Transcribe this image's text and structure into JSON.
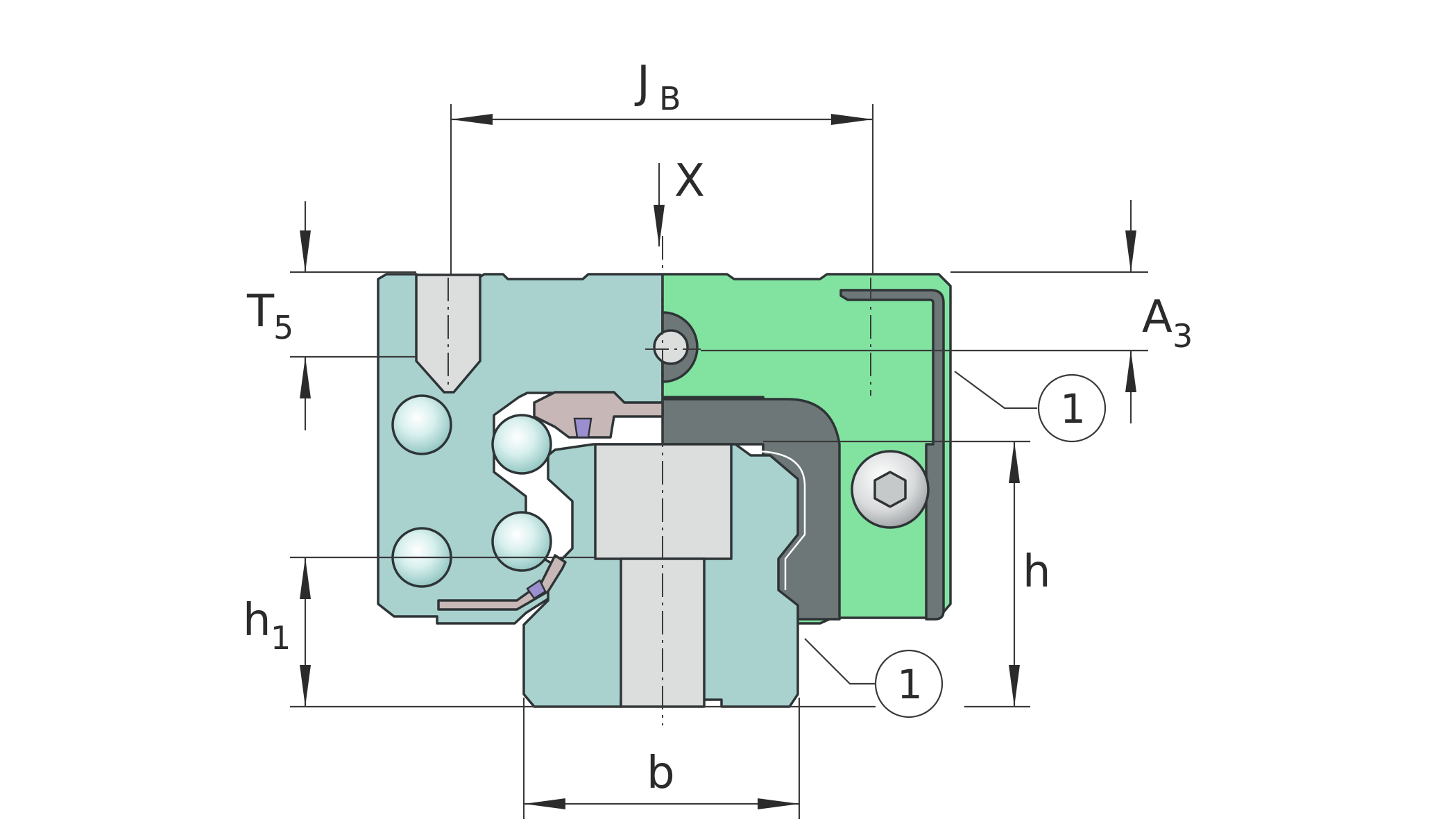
{
  "labels": {
    "jb_main": "J",
    "jb_sub": "B",
    "x": "X",
    "t5_main": "T",
    "t5_sub": "5",
    "a3_main": "A",
    "a3_sub": "3",
    "h": "h",
    "h1_main": "h",
    "h1_sub": "1",
    "b": "b",
    "callout_top": "1",
    "callout_bottom": "1"
  },
  "colors": {
    "carriage": "#a9d2cf",
    "cover": "#82e3a1",
    "seal": "#6e7777",
    "rail": "#a9d2cf",
    "screw": "#dcdedd",
    "retainer": "#c8b7b7"
  }
}
